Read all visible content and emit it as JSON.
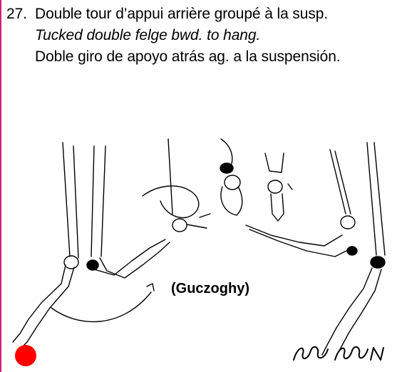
{
  "element": {
    "number": "27.",
    "title_fr": "Double tour d’appui arrière groupé à la susp.",
    "title_en": "Tucked double felge bwd. to hang.",
    "title_es": "Doble giro de apoyo atrás ag. a la suspensión."
  },
  "gymnast_name": "(Guczoghy)",
  "colors": {
    "accent_border": "#d81b7a",
    "marker": "#ff0000"
  }
}
